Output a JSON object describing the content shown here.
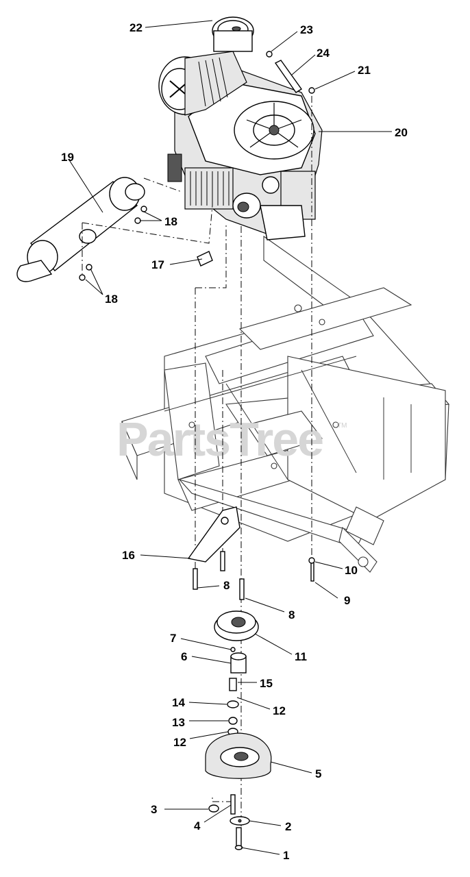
{
  "watermark": {
    "text": "PartsTree",
    "trademark": "TM"
  },
  "callouts": [
    {
      "num": "1"
    },
    {
      "num": "2"
    },
    {
      "num": "3"
    },
    {
      "num": "4"
    },
    {
      "num": "5"
    },
    {
      "num": "6"
    },
    {
      "num": "7"
    },
    {
      "num": "8"
    },
    {
      "num": "8"
    },
    {
      "num": "9"
    },
    {
      "num": "10"
    },
    {
      "num": "11"
    },
    {
      "num": "12"
    },
    {
      "num": "12"
    },
    {
      "num": "13"
    },
    {
      "num": "14"
    },
    {
      "num": "15"
    },
    {
      "num": "16"
    },
    {
      "num": "17"
    },
    {
      "num": "18"
    },
    {
      "num": "18"
    },
    {
      "num": "19"
    },
    {
      "num": "20"
    },
    {
      "num": "21"
    },
    {
      "num": "22"
    },
    {
      "num": "23"
    },
    {
      "num": "24"
    }
  ]
}
